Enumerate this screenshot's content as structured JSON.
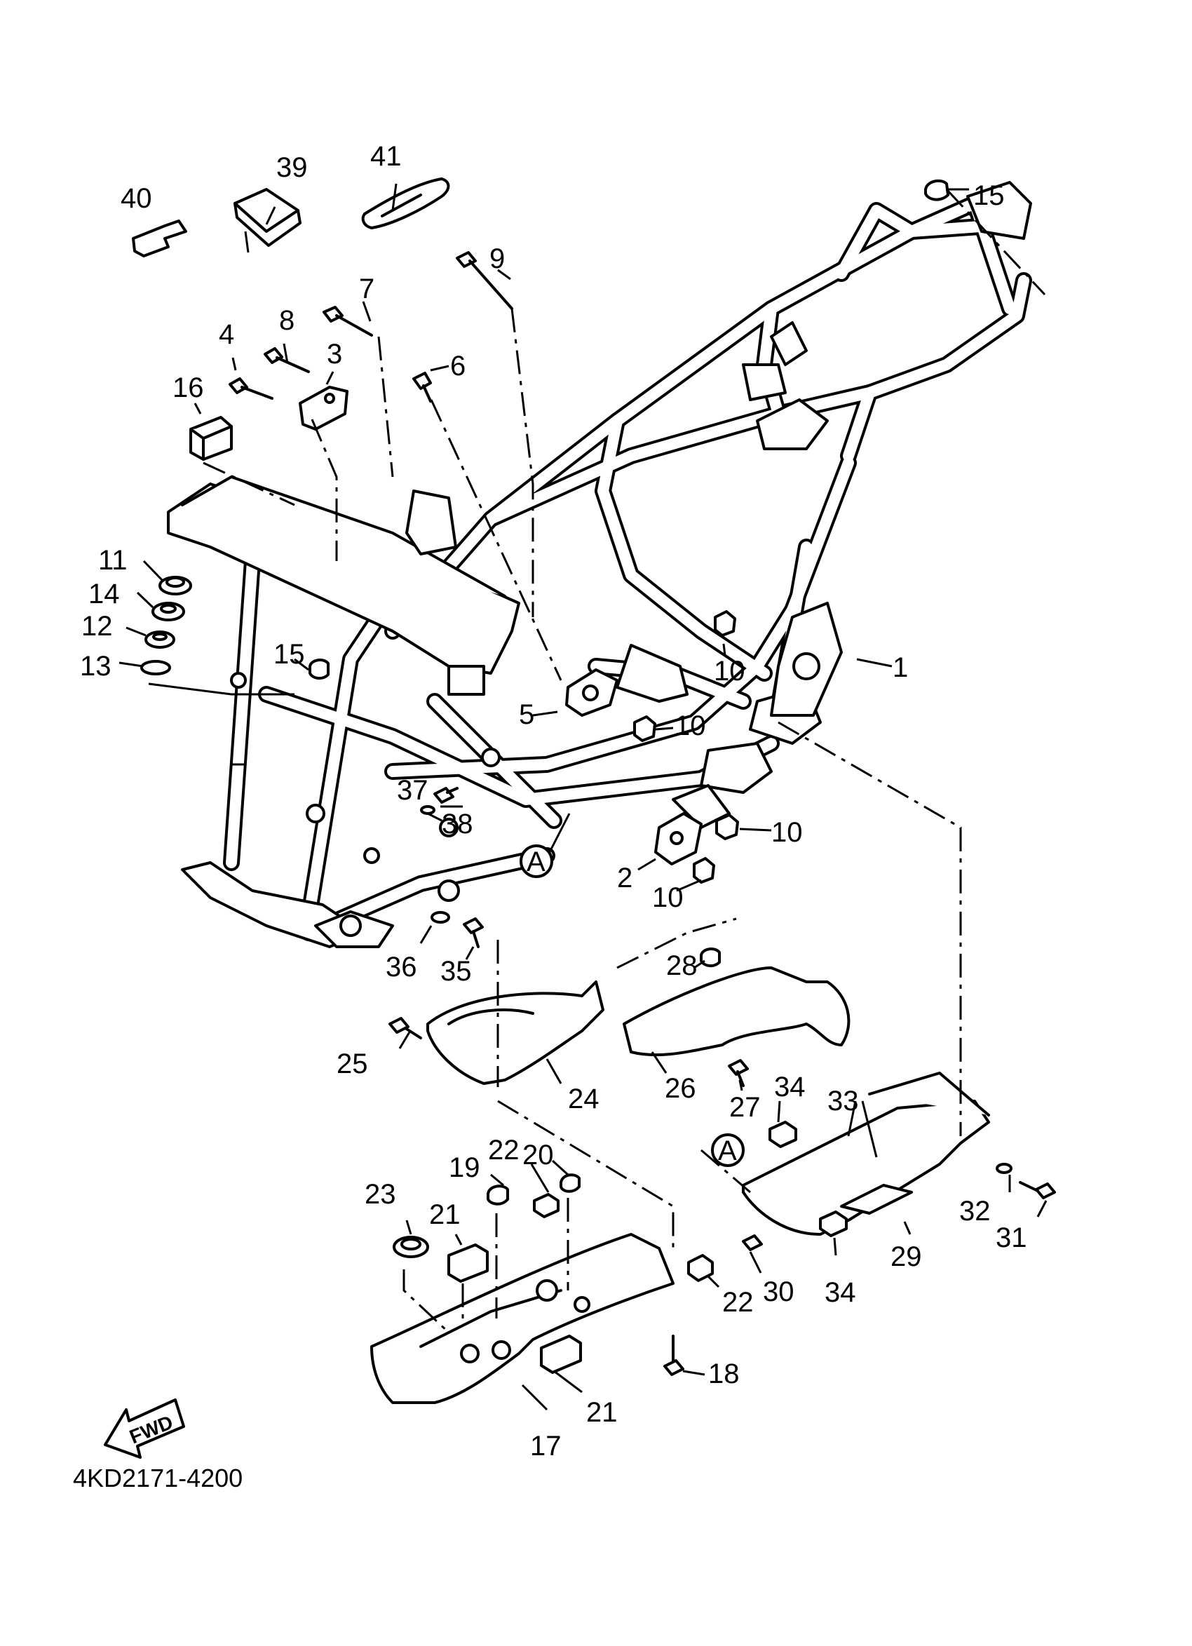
{
  "diagram": {
    "code": "4KD2171-4200",
    "fwd_label": "FWD",
    "ref_marker": "A",
    "callouts": [
      {
        "n": "1"
      },
      {
        "n": "2"
      },
      {
        "n": "3"
      },
      {
        "n": "4"
      },
      {
        "n": "5"
      },
      {
        "n": "6"
      },
      {
        "n": "7"
      },
      {
        "n": "8"
      },
      {
        "n": "9"
      },
      {
        "n": "10"
      },
      {
        "n": "10"
      },
      {
        "n": "10"
      },
      {
        "n": "10"
      },
      {
        "n": "11"
      },
      {
        "n": "12"
      },
      {
        "n": "13"
      },
      {
        "n": "14"
      },
      {
        "n": "15"
      },
      {
        "n": "15"
      },
      {
        "n": "16"
      },
      {
        "n": "17"
      },
      {
        "n": "18"
      },
      {
        "n": "19"
      },
      {
        "n": "20"
      },
      {
        "n": "21"
      },
      {
        "n": "21"
      },
      {
        "n": "22"
      },
      {
        "n": "22"
      },
      {
        "n": "23"
      },
      {
        "n": "24"
      },
      {
        "n": "25"
      },
      {
        "n": "26"
      },
      {
        "n": "27"
      },
      {
        "n": "28"
      },
      {
        "n": "29"
      },
      {
        "n": "30"
      },
      {
        "n": "31"
      },
      {
        "n": "32"
      },
      {
        "n": "33"
      },
      {
        "n": "34"
      },
      {
        "n": "34"
      },
      {
        "n": "35"
      },
      {
        "n": "36"
      },
      {
        "n": "37"
      },
      {
        "n": "38"
      },
      {
        "n": "39"
      },
      {
        "n": "40"
      },
      {
        "n": "41"
      }
    ]
  }
}
